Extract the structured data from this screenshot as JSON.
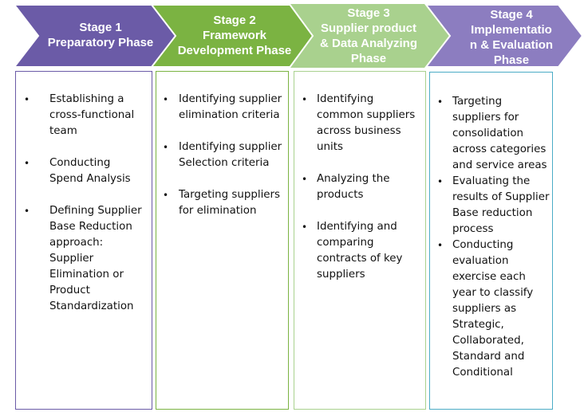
{
  "colors": {
    "stage1": "#6b5ba7",
    "stage2": "#7bb342",
    "stage3": "#a9d18e",
    "stage4": "#8c7dc0",
    "box1_border": "#6b5ba7",
    "box2_border": "#7bb342",
    "box3_border": "#a9d18e",
    "box4_border": "#4bacc6"
  },
  "stages": [
    {
      "title": "Stage 1\nPreparatory Phase",
      "items": [
        "Establishing a cross-functional team",
        "Conducting Spend Analysis",
        "Defining Supplier Base Reduction approach: Supplier Elimination or Product Standardization"
      ]
    },
    {
      "title": "Stage 2\nFramework\nDevelopment Phase",
      "items": [
        "Identifying supplier elimination criteria",
        "Identifying supplier Selection criteria",
        "Targeting suppliers for elimination"
      ]
    },
    {
      "title": "Stage 3\nSupplier product\n& Data Analyzing\nPhase",
      "items": [
        "Identifying common suppliers across business units",
        "Analyzing the products",
        "Identifying and comparing contracts of key suppliers"
      ]
    },
    {
      "title": "Stage 4\nImplementatio\nn & Evaluation\nPhase",
      "items": [
        "Targeting suppliers for consolidation across categories and service areas",
        "Evaluating the results of Supplier Base reduction process",
        "Conducting evaluation exercise each year to classify suppliers as Strategic, Collaborated, Standard and Conditional"
      ]
    }
  ],
  "bullet_glyph": "•"
}
